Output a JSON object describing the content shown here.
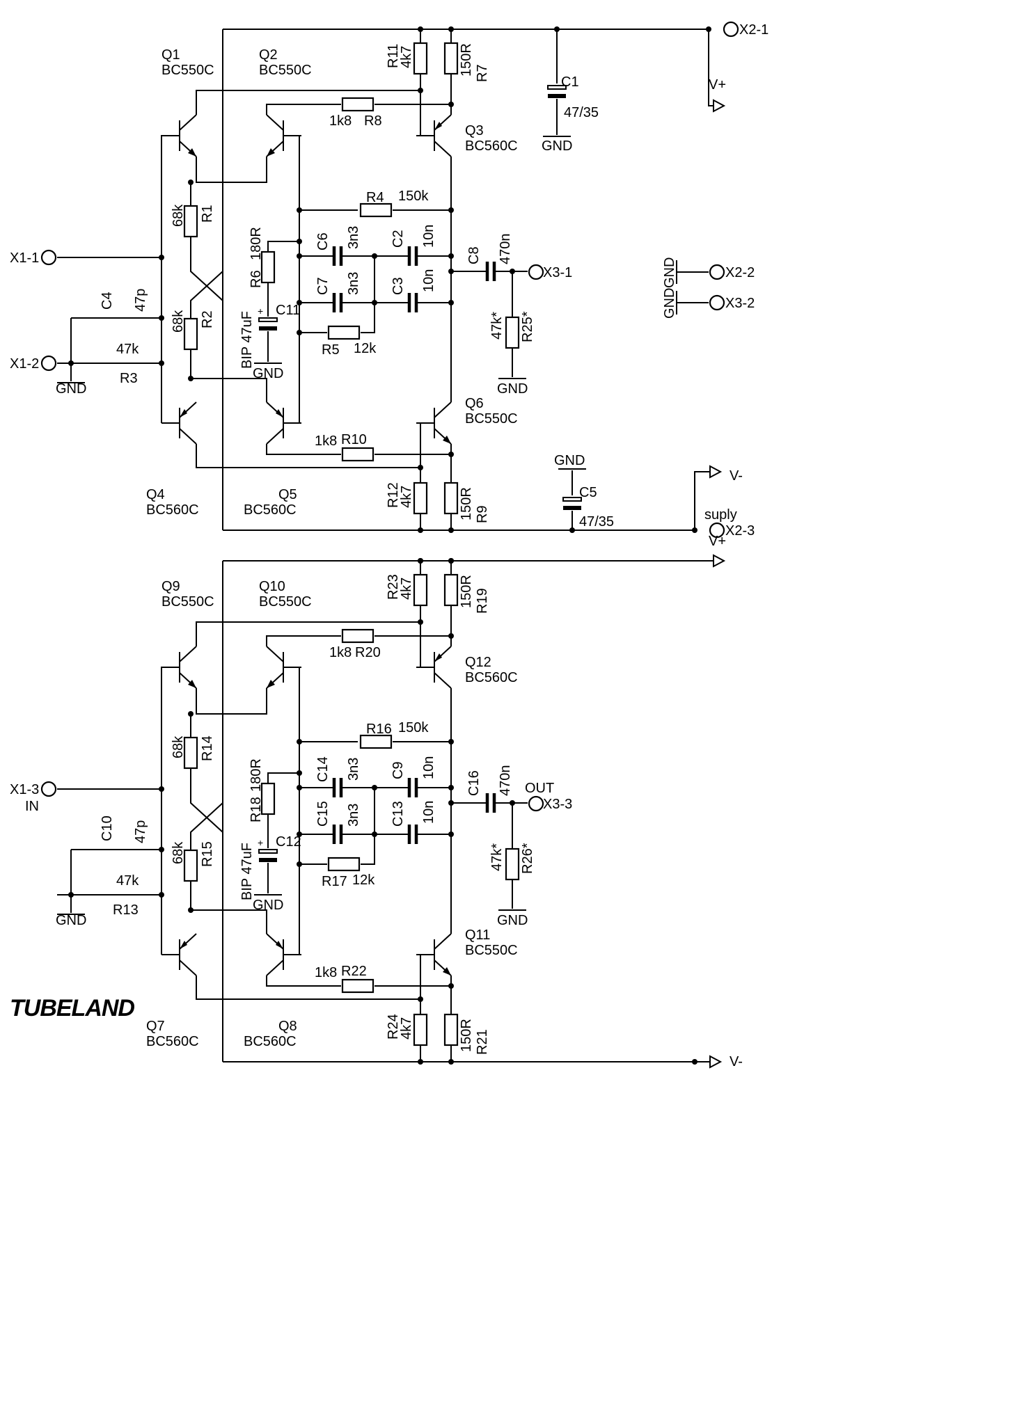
{
  "brand": "TUBELAND",
  "ports": [
    {
      "id": "X1-1",
      "label": "X1-1"
    },
    {
      "id": "X1-2",
      "label": "X1-2"
    },
    {
      "id": "X1-3",
      "label": "X1-3"
    },
    {
      "id": "X2-1",
      "label": "X2-1"
    },
    {
      "id": "X2-2",
      "label": "X2-2"
    },
    {
      "id": "X2-3",
      "label": "X2-3"
    },
    {
      "id": "X3-1",
      "label": "X3-1"
    },
    {
      "id": "X3-2",
      "label": "X3-2"
    },
    {
      "id": "X3-3",
      "label": "X3-3"
    }
  ],
  "net_labels": {
    "in": "IN",
    "out": "OUT",
    "supply": "suply",
    "vplus": "V+",
    "vminus": "V-",
    "gnd": "GND"
  },
  "transistors": [
    {
      "ref": "Q1",
      "part": "BC550C"
    },
    {
      "ref": "Q2",
      "part": "BC550C"
    },
    {
      "ref": "Q3",
      "part": "BC560C"
    },
    {
      "ref": "Q4",
      "part": "BC560C"
    },
    {
      "ref": "Q5",
      "part": "BC560C"
    },
    {
      "ref": "Q6",
      "part": "BC550C"
    },
    {
      "ref": "Q7",
      "part": "BC560C"
    },
    {
      "ref": "Q8",
      "part": "BC560C"
    },
    {
      "ref": "Q9",
      "part": "BC550C"
    },
    {
      "ref": "Q10",
      "part": "BC550C"
    },
    {
      "ref": "Q11",
      "part": "BC550C"
    },
    {
      "ref": "Q12",
      "part": "BC560C"
    }
  ],
  "resistors": [
    {
      "ref": "R1",
      "value": "68k"
    },
    {
      "ref": "R2",
      "value": "68k"
    },
    {
      "ref": "R3",
      "value": "47k"
    },
    {
      "ref": "R4",
      "value": "150k"
    },
    {
      "ref": "R5",
      "value": "12k"
    },
    {
      "ref": "R6",
      "value": "180R"
    },
    {
      "ref": "R7",
      "value": "150R"
    },
    {
      "ref": "R8",
      "value": "1k8"
    },
    {
      "ref": "R9",
      "value": "150R"
    },
    {
      "ref": "R10",
      "value": "1k8"
    },
    {
      "ref": "R11",
      "value": "4k7"
    },
    {
      "ref": "R12",
      "value": "4k7"
    },
    {
      "ref": "R13",
      "value": "47k"
    },
    {
      "ref": "R14",
      "value": "68k"
    },
    {
      "ref": "R15",
      "value": "68k"
    },
    {
      "ref": "R16",
      "value": "150k"
    },
    {
      "ref": "R17",
      "value": "12k"
    },
    {
      "ref": "R18",
      "value": "180R"
    },
    {
      "ref": "R19",
      "value": "150R"
    },
    {
      "ref": "R20",
      "value": "1k8"
    },
    {
      "ref": "R21",
      "value": "150R"
    },
    {
      "ref": "R22",
      "value": "1k8"
    },
    {
      "ref": "R23",
      "value": "4k7"
    },
    {
      "ref": "R24",
      "value": "4k7"
    },
    {
      "ref": "R25*",
      "value": "47k*"
    },
    {
      "ref": "R26*",
      "value": "47k*"
    }
  ],
  "capacitors": [
    {
      "ref": "C1",
      "value": "47/35"
    },
    {
      "ref": "C2",
      "value": "10n"
    },
    {
      "ref": "C3",
      "value": "10n"
    },
    {
      "ref": "C4",
      "value": "47p"
    },
    {
      "ref": "C5",
      "value": "47/35"
    },
    {
      "ref": "C6",
      "value": "3n3"
    },
    {
      "ref": "C7",
      "value": "3n3"
    },
    {
      "ref": "C8",
      "value": "470n"
    },
    {
      "ref": "C9",
      "value": "10n"
    },
    {
      "ref": "C10",
      "value": "47p"
    },
    {
      "ref": "C11",
      "value": "BIP 47uF"
    },
    {
      "ref": "C12",
      "value": "BIP 47uF"
    },
    {
      "ref": "C13",
      "value": "10n"
    },
    {
      "ref": "C14",
      "value": "3n3"
    },
    {
      "ref": "C15",
      "value": "3n3"
    },
    {
      "ref": "C16",
      "value": "470n"
    }
  ]
}
